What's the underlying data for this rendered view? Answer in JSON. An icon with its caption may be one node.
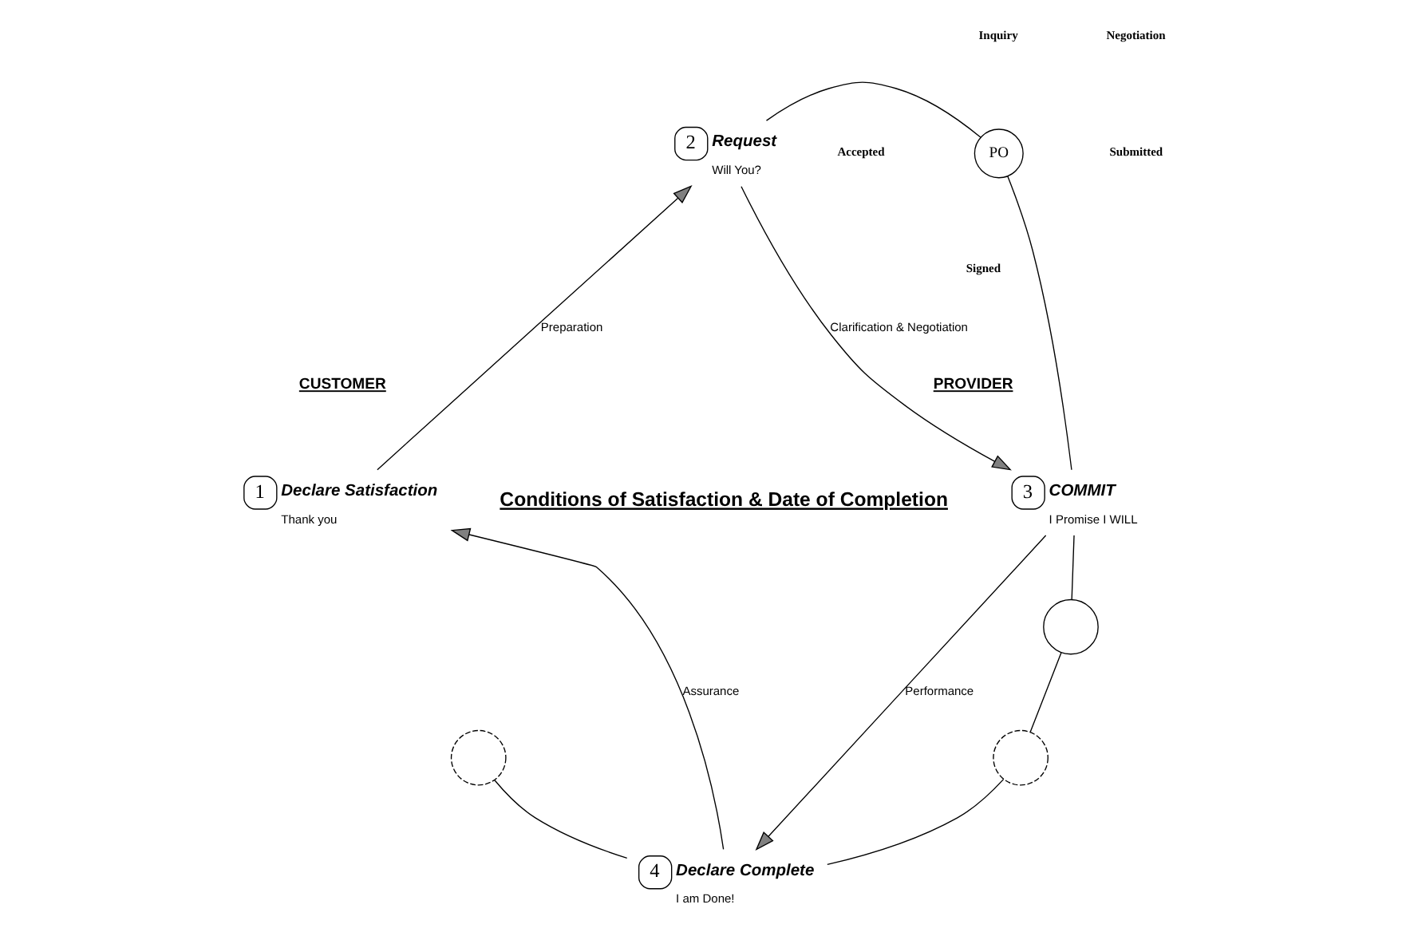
{
  "diagram": {
    "nodes": [
      {
        "text": [
          "1"
        ],
        "beside": [
          "Declare Satisfaction",
          "Thank you"
        ]
      },
      {
        "text": [
          "2"
        ],
        "beside": [
          "Request",
          "Will You?"
        ]
      },
      {
        "text": [
          "3"
        ],
        "beside": [
          "COMMIT",
          "I Promise I WILL"
        ]
      },
      {
        "text": [
          "4"
        ],
        "beside": [
          "Declare Complete",
          "I am Done!"
        ]
      },
      {
        "text": [
          "PO"
        ]
      },
      {
        "text": [],
        "shape": "circle"
      },
      {
        "text": [],
        "shape": "circle"
      },
      {
        "text": [],
        "shape": "circle"
      }
    ],
    "edges": [
      {
        "from": 0,
        "to": 1,
        "arrow": "to",
        "label": "Preparation"
      },
      {
        "from": 1,
        "to": 2,
        "arrow": "to",
        "label": "Clarification & Negotiation"
      },
      {
        "from": 2,
        "to": 3,
        "arrow": "to",
        "label": "Performance"
      },
      {
        "from": 3,
        "to": 0,
        "arrow": "to",
        "label": "Assurance"
      },
      {
        "from": 1,
        "to": 4,
        "arrow": "none"
      },
      {
        "from": 4,
        "to": 2,
        "arrow": "none"
      },
      {
        "from": 2,
        "to": 5,
        "arrow": "none"
      },
      {
        "from": 5,
        "to": 7,
        "arrow": "none"
      },
      {
        "from": 7,
        "to": 3,
        "arrow": "none"
      },
      {
        "from": 6,
        "to": 3,
        "arrow": "none"
      }
    ],
    "labels": [
      "CUSTOMER",
      "PROVIDER",
      "Inquiry",
      "Negotiation",
      "Accepted",
      "Submitted",
      "Signed",
      "Conditions of Satisfaction & Date of Completion"
    ]
  }
}
